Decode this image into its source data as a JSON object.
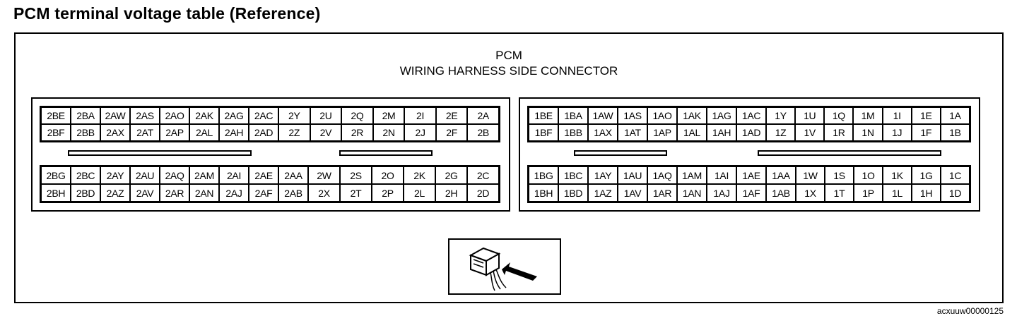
{
  "page": {
    "heading": "PCM terminal voltage table (Reference)",
    "figure_code": "acxuuw00000125"
  },
  "diagram": {
    "title_line1": "PCM",
    "title_line2": "WIRING HARNESS SIDE CONNECTOR",
    "icon": "connector-harness-side-arrow-icon",
    "connector_2": {
      "top_block": [
        [
          "2BE",
          "2BA",
          "2AW",
          "2AS",
          "2AO",
          "2AK",
          "2AG",
          "2AC",
          "2Y",
          "2U",
          "2Q",
          "2M",
          "2I",
          "2E",
          "2A"
        ],
        [
          "2BF",
          "2BB",
          "2AX",
          "2AT",
          "2AP",
          "2AL",
          "2AH",
          "2AD",
          "2Z",
          "2V",
          "2R",
          "2N",
          "2J",
          "2F",
          "2B"
        ]
      ],
      "bottom_block": [
        [
          "2BG",
          "2BC",
          "2AY",
          "2AU",
          "2AQ",
          "2AM",
          "2AI",
          "2AE",
          "2AA",
          "2W",
          "2S",
          "2O",
          "2K",
          "2G",
          "2C"
        ],
        [
          "2BH",
          "2BD",
          "2AZ",
          "2AV",
          "2AR",
          "2AN",
          "2AJ",
          "2AF",
          "2AB",
          "2X",
          "2T",
          "2P",
          "2L",
          "2H",
          "2D"
        ]
      ]
    },
    "connector_1": {
      "top_block": [
        [
          "1BE",
          "1BA",
          "1AW",
          "1AS",
          "1AO",
          "1AK",
          "1AG",
          "1AC",
          "1Y",
          "1U",
          "1Q",
          "1M",
          "1I",
          "1E",
          "1A"
        ],
        [
          "1BF",
          "1BB",
          "1AX",
          "1AT",
          "1AP",
          "1AL",
          "1AH",
          "1AD",
          "1Z",
          "1V",
          "1R",
          "1N",
          "1J",
          "1F",
          "1B"
        ]
      ],
      "bottom_block": [
        [
          "1BG",
          "1BC",
          "1AY",
          "1AU",
          "1AQ",
          "1AM",
          "1AI",
          "1AE",
          "1AA",
          "1W",
          "1S",
          "1O",
          "1K",
          "1G",
          "1C"
        ],
        [
          "1BH",
          "1BD",
          "1AZ",
          "1AV",
          "1AR",
          "1AN",
          "1AJ",
          "1AF",
          "1AB",
          "1X",
          "1T",
          "1P",
          "1L",
          "1H",
          "1D"
        ]
      ]
    }
  }
}
